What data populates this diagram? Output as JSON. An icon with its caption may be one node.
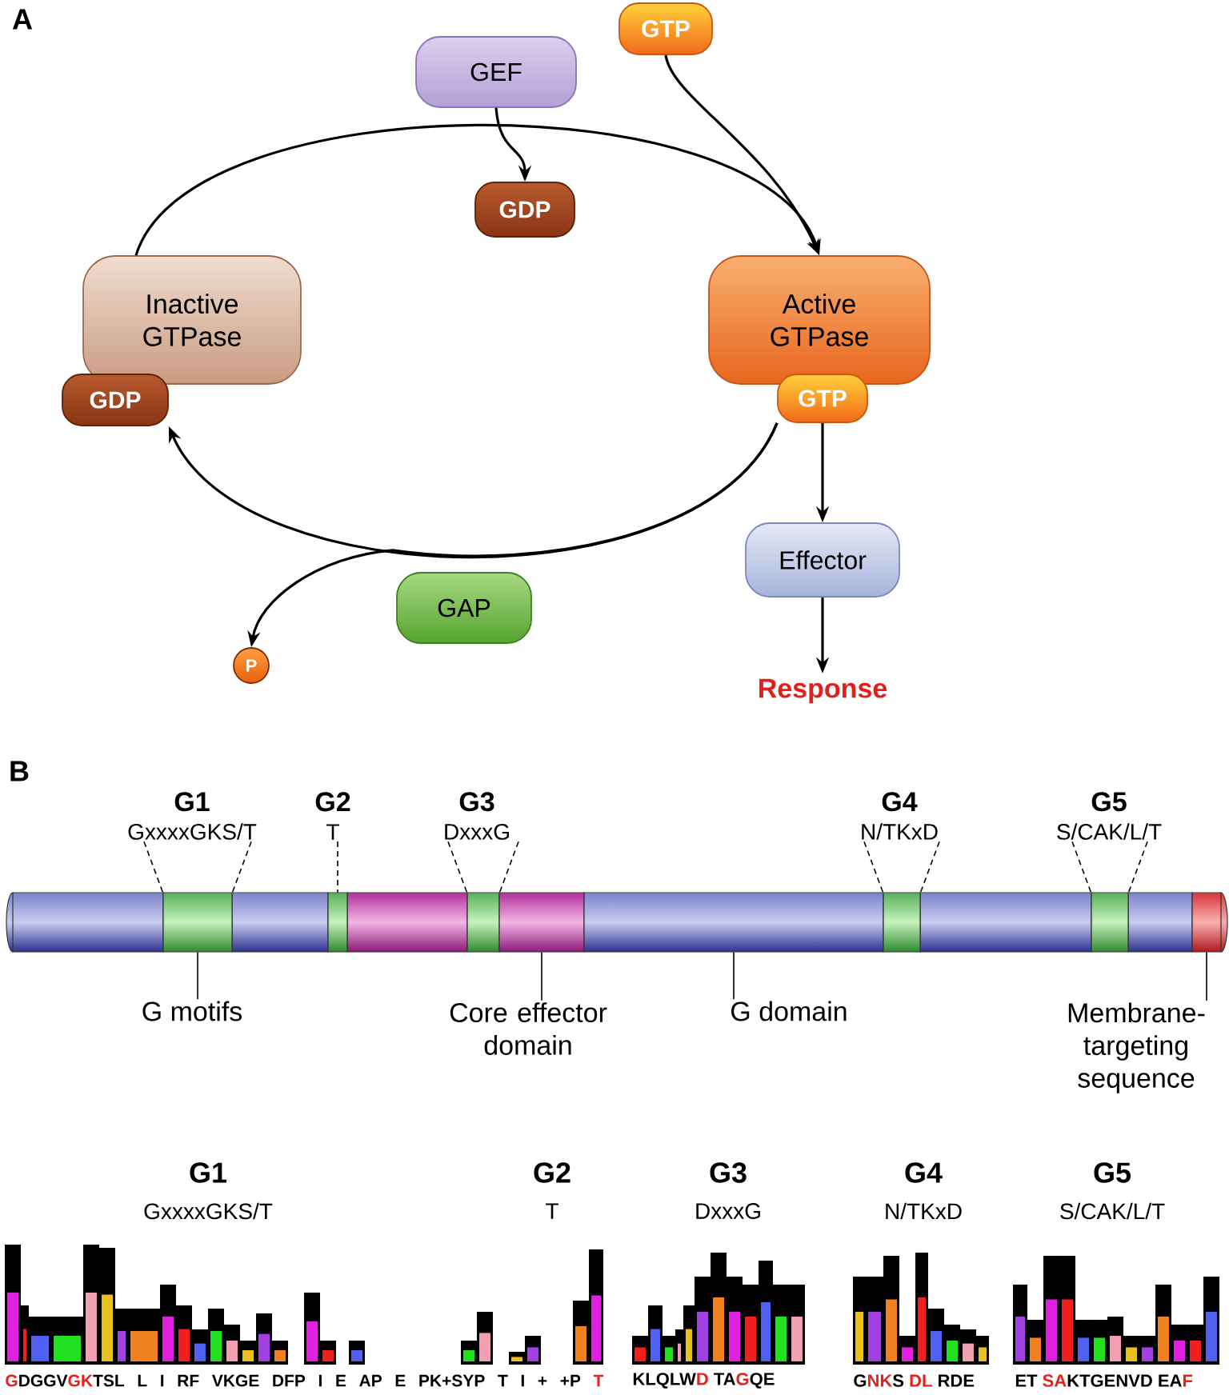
{
  "diagram": {
    "nodes": [
      {
        "text": [
          "GEF"
        ]
      },
      {
        "text": [
          "GTP"
        ]
      },
      {
        "text": [
          "GDP"
        ]
      },
      {
        "text": [
          "Inactive GTPase"
        ]
      },
      {
        "text": [
          "GDP"
        ]
      },
      {
        "text": [
          "Active GTPase"
        ]
      },
      {
        "text": [
          "GTP"
        ]
      },
      {
        "text": [
          "Effector"
        ]
      },
      {
        "text": [
          "Response"
        ]
      },
      {
        "text": [
          "GAP"
        ]
      },
      {
        "text": [
          "P"
        ]
      },
      {
        "text": [
          "G1",
          "GxxxxGKS/T"
        ]
      },
      {
        "text": [
          "G2",
          "T"
        ]
      },
      {
        "text": [
          "G3",
          "DxxxG"
        ]
      },
      {
        "text": [
          "G4",
          "N/TKxD"
        ]
      },
      {
        "text": [
          "G5",
          "S/CAK/L/T"
        ]
      },
      {
        "text": [],
        "shape": "bar"
      },
      {
        "text": [],
        "shape": "bar"
      },
      {
        "text": [],
        "shape": "bar"
      },
      {
        "text": [],
        "shape": "bar"
      },
      {
        "text": [],
        "shape": "bar"
      },
      {
        "text": [],
        "shape": "bar"
      },
      {
        "text": [],
        "shape": "bar"
      },
      {
        "text": [],
        "shape": "bar"
      },
      {
        "text": [
          "G motifs"
        ]
      },
      {
        "text": [
          "Core effector domain"
        ]
      },
      {
        "text": [
          "G domain"
        ]
      },
      {
        "text": [
          "Membrane-targeting sequence"
        ]
      }
    ],
    "edges": [
      {
        "from": 3,
        "to": 5,
        "arrow": "to"
      },
      {
        "from": 1,
        "to": 5,
        "arrow": "to"
      },
      {
        "from": 0,
        "to": 2,
        "arrow": "to"
      },
      {
        "from": 6,
        "to": 4,
        "arrow": "to"
      },
      {
        "from": 6,
        "to": 10,
        "arrow": "to"
      },
      {
        "from": 6,
        "to": 7,
        "arrow": "to"
      },
      {
        "from": 7,
        "to": 8,
        "arrow": "to"
      },
      {
        "from": 11,
        "to": 16,
        "arrow": "none",
        "style": "dashed"
      },
      {
        "from": 11,
        "to": 16,
        "arrow": "none",
        "style": "dashed"
      },
      {
        "from": 12,
        "to": 17,
        "arrow": "none",
        "style": "dashed"
      },
      {
        "from": 13,
        "to": 18,
        "arrow": "none",
        "style": "dashed"
      },
      {
        "from": 13,
        "to": 18,
        "arrow": "none",
        "style": "dashed"
      },
      {
        "from": 14,
        "to": 21,
        "arrow": "none",
        "style": "dashed"
      },
      {
        "from": 14,
        "to": 21,
        "arrow": "none",
        "style": "dashed"
      },
      {
        "from": 15,
        "to": 22,
        "arrow": "none",
        "style": "dashed"
      },
      {
        "from": 15,
        "to": 22,
        "arrow": "none",
        "style": "dashed"
      },
      {
        "from": 24,
        "to": 16,
        "arrow": "none"
      },
      {
        "from": 25,
        "to": 19,
        "arrow": "none"
      },
      {
        "from": 26,
        "to": 20,
        "arrow": "none"
      },
      {
        "from": 27,
        "to": 23,
        "arrow": "none"
      }
    ],
    "labels": [
      "A",
      "B",
      "G1",
      "GxxxxGKS/T",
      "G2",
      "T",
      "G3",
      "DxxxG",
      "G4",
      "N/TKxD",
      "G5",
      "S/CAK/L/T",
      "G",
      "DGGV",
      "GK",
      "TSL L I RF VKGE DFP I E AP E PK+SYP T I + +P",
      "T",
      "KLQLW",
      "D",
      "TA",
      "G",
      "QE",
      "G",
      "NK",
      "S",
      "DL",
      "RDE",
      "ET",
      "SA",
      "KTGENVD",
      "EA",
      "F"
    ]
  }
}
